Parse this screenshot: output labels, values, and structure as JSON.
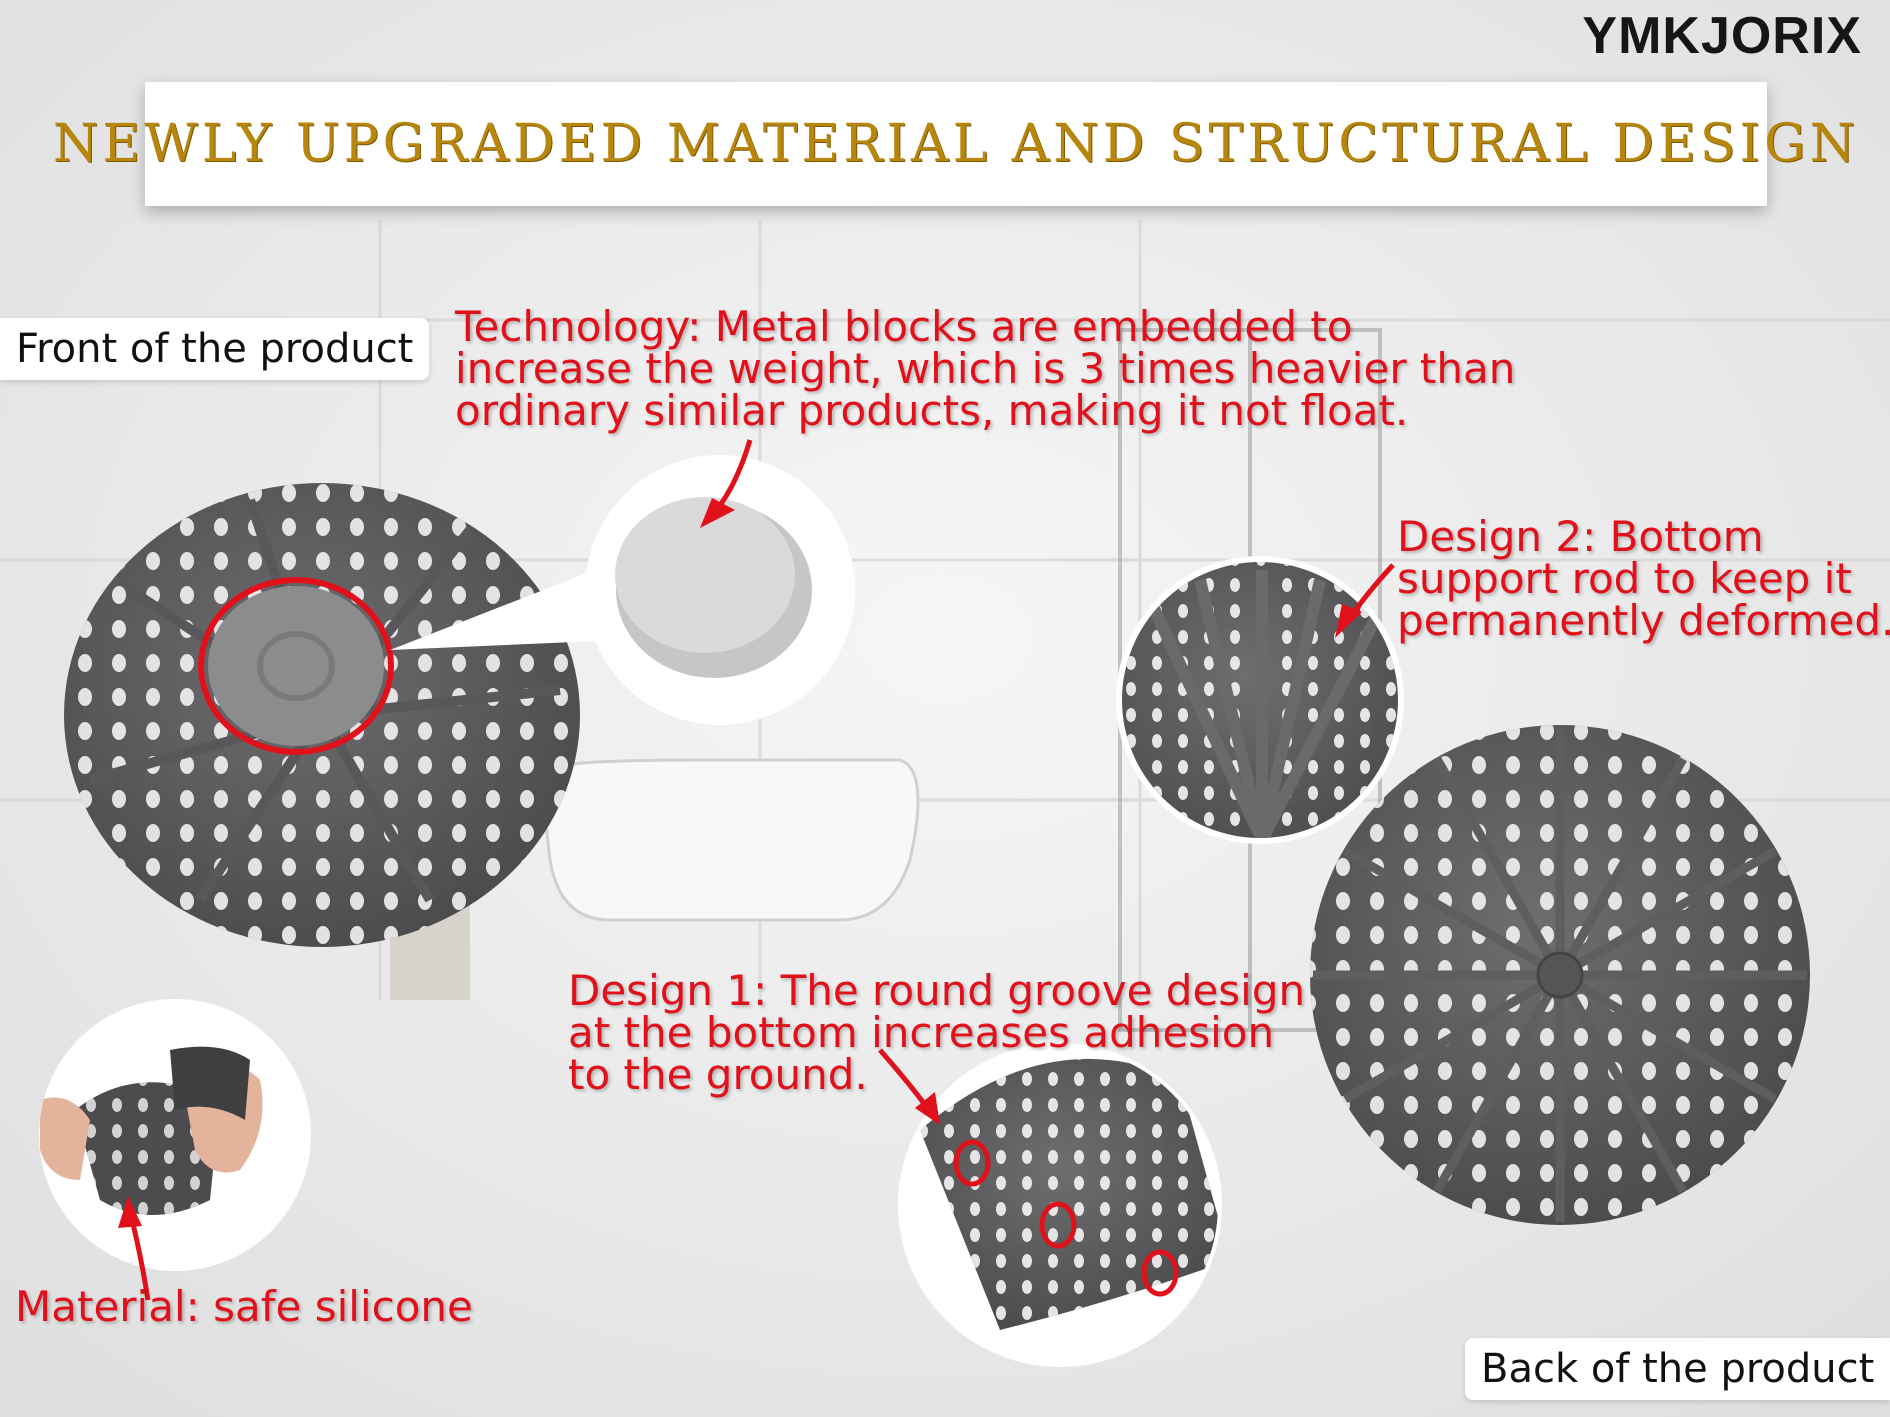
{
  "brand": "YMKJORIX",
  "banner": {
    "title": "NEWLY UPGRADED MATERIAL AND STRUCTURAL DESIGN"
  },
  "labels": {
    "front": "Front of the product",
    "back": "Back of the product"
  },
  "notes": {
    "technology": "Technology: Metal blocks are embedded to\nincrease the weight, which is 3 times heavier than\nordinary similar products, making it not float.",
    "design2": "Design 2: Bottom\nsupport rod to keep it\npermanently deformed.",
    "design1": "Design 1: The round groove design\nat the bottom increases adhesion\nto the ground.",
    "material": "Material: safe silicone"
  },
  "colors": {
    "accent_red": "#e0111b",
    "gold": "#b8860b",
    "product_gray": "#5b5b5d"
  }
}
